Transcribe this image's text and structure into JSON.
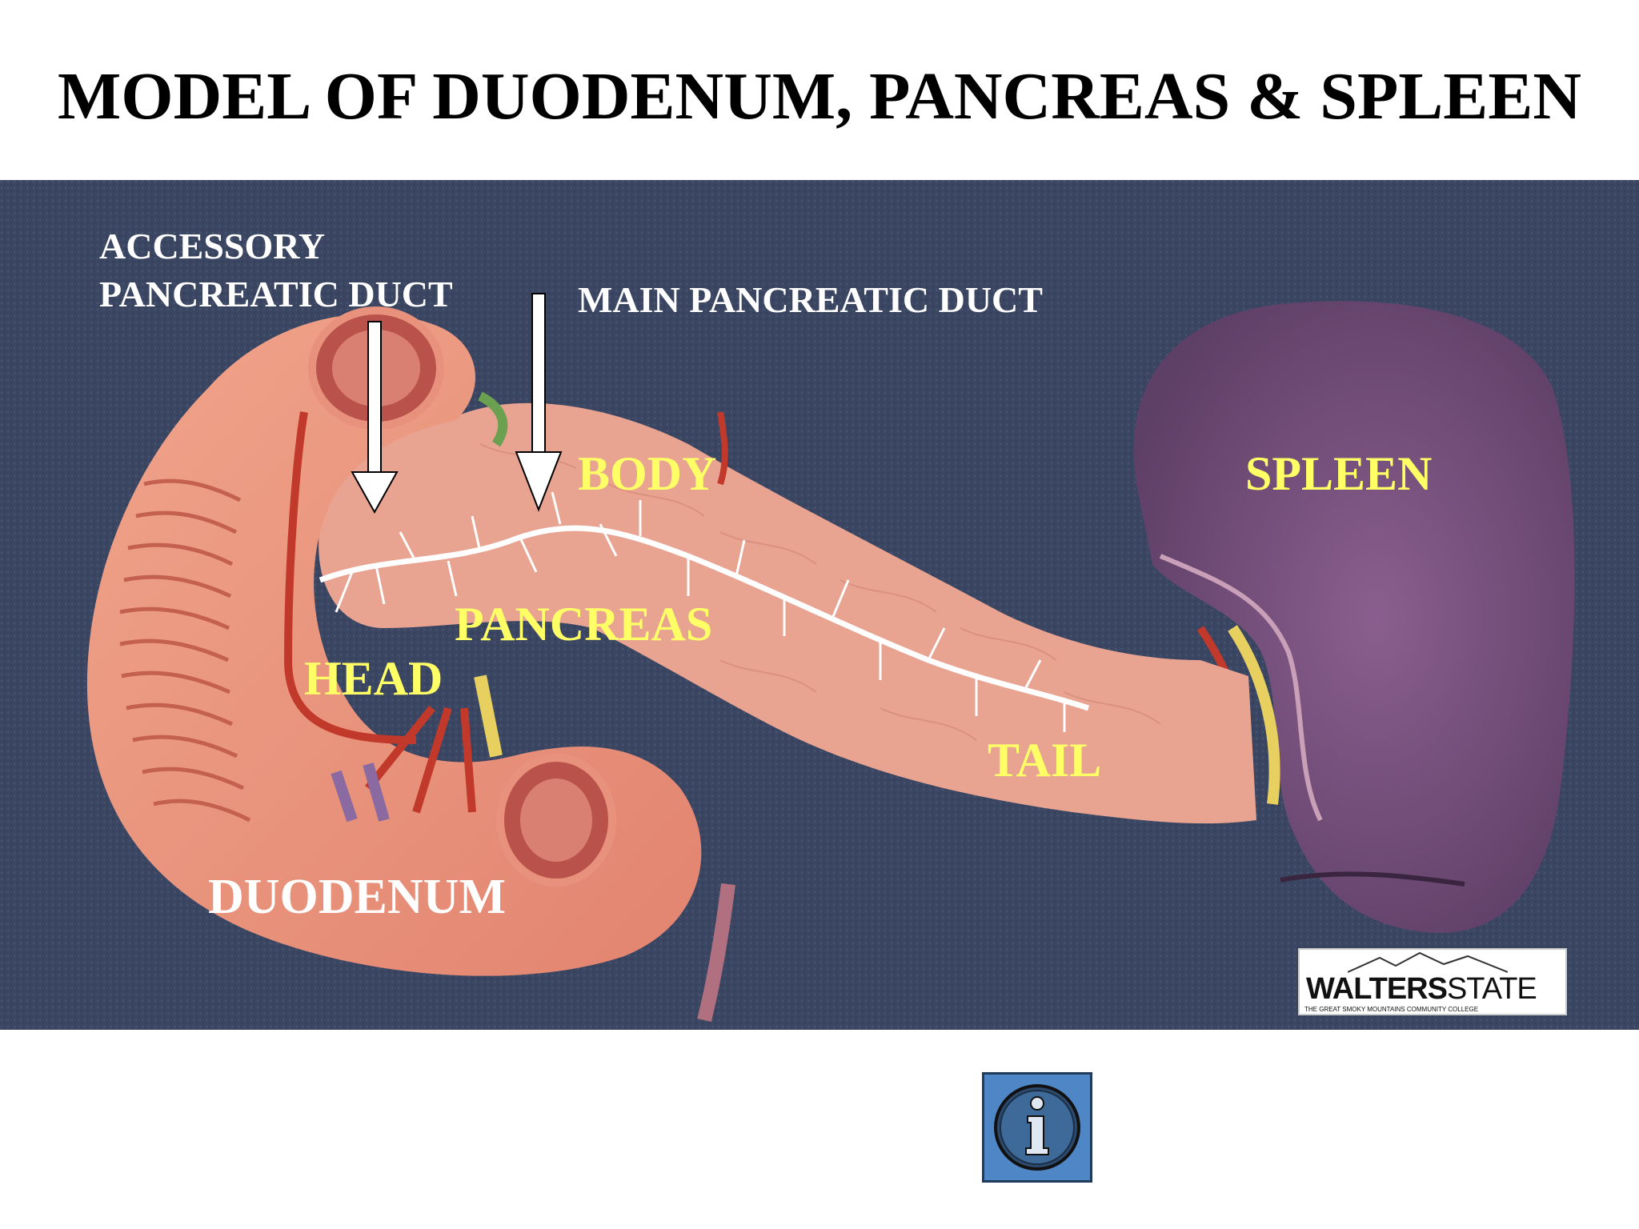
{
  "title": "MODEL OF DUODENUM, PANCREAS & SPLEEN",
  "labels": {
    "accessory_duct_line1": "ACCESSORY",
    "accessory_duct_line2": "PANCREATIC DUCT",
    "main_duct": "MAIN PANCREATIC DUCT",
    "body": "BODY",
    "spleen": "SPLEEN",
    "pancreas": "PANCREAS",
    "head": "HEAD",
    "tail": "TAIL",
    "duodenum": "DUODENUM"
  },
  "logo": {
    "main_bold": "WALTERS",
    "main_thin": "STATE",
    "subtitle": "THE GREAT SMOKY MOUNTAINS COMMUNITY COLLEGE"
  },
  "icons": {
    "info": "info-icon"
  },
  "colors": {
    "background": "#3a4560",
    "label_white": "#ffffff",
    "label_yellow": "#ffff66",
    "button": "#4f86c6"
  }
}
